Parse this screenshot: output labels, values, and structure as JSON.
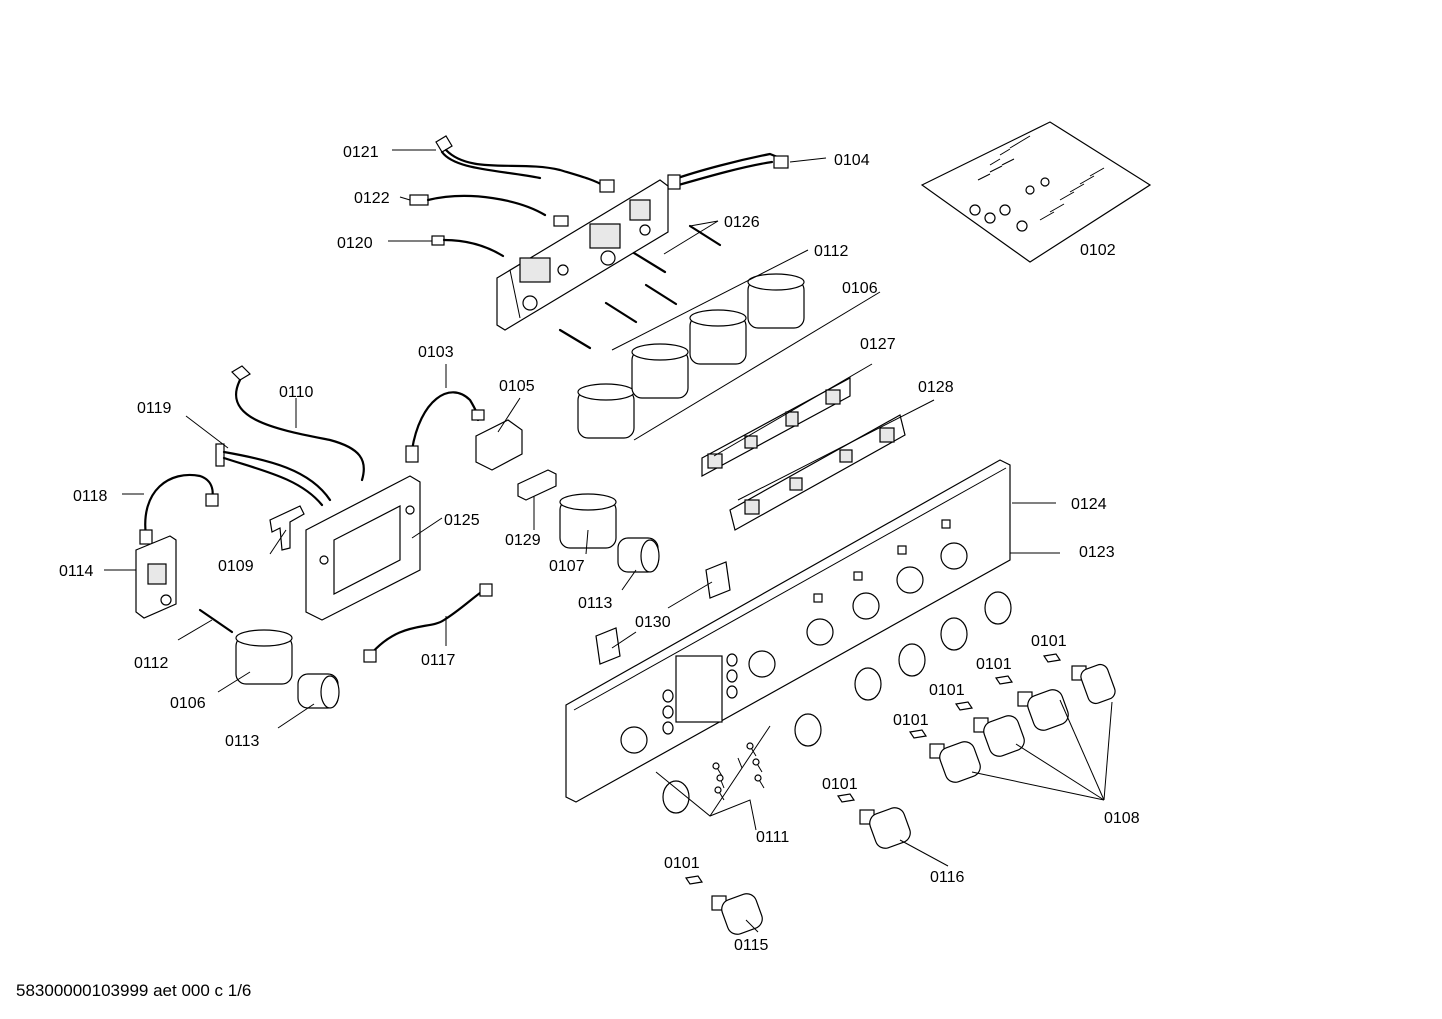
{
  "drawing_id": "58300000103999 aet 000 c 1/6",
  "labels": {
    "l0121": "0121",
    "l0104": "0104",
    "l0122": "0122",
    "l0126": "0126",
    "l0120": "0120",
    "l0112a": "0112",
    "l0102": "0102",
    "l0106a": "0106",
    "l0127": "0127",
    "l0103": "0103",
    "l0110": "0110",
    "l0105": "0105",
    "l0128": "0128",
    "l0119": "0119",
    "l0118": "0118",
    "l0124": "0124",
    "l0125": "0125",
    "l0123": "0123",
    "l0109": "0109",
    "l0129": "0129",
    "l0107": "0107",
    "l0114": "0114",
    "l0113a": "0113",
    "l0130": "0130",
    "l0101a": "0101",
    "l0101b": "0101",
    "l0101c": "0101",
    "l0101d": "0101",
    "l0112b": "0112",
    "l0117": "0117",
    "l0106b": "0106",
    "l0113b": "0113",
    "l0111": "0111",
    "l0101e": "0101",
    "l0108": "0108",
    "l0116": "0116",
    "l0101f": "0101",
    "l0115": "0115"
  }
}
